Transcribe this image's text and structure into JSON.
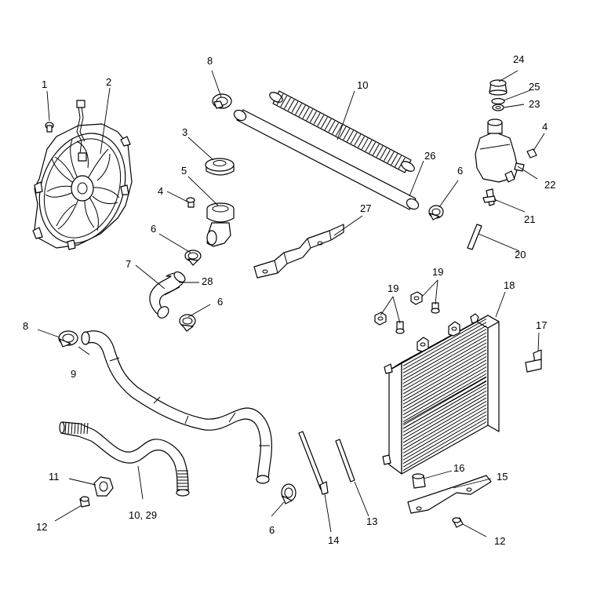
{
  "callouts": [
    {
      "id": "c1",
      "text": "1"
    },
    {
      "id": "c2",
      "text": "2"
    },
    {
      "id": "c3",
      "text": "3"
    },
    {
      "id": "c4a",
      "text": "4"
    },
    {
      "id": "c4b",
      "text": "4"
    },
    {
      "id": "c5",
      "text": "5"
    },
    {
      "id": "c6a",
      "text": "6"
    },
    {
      "id": "c6b",
      "text": "6"
    },
    {
      "id": "c6c",
      "text": "6"
    },
    {
      "id": "c6d",
      "text": "6"
    },
    {
      "id": "c7",
      "text": "7"
    },
    {
      "id": "c8a",
      "text": "8"
    },
    {
      "id": "c8b",
      "text": "8"
    },
    {
      "id": "c9",
      "text": "9"
    },
    {
      "id": "c10",
      "text": "10"
    },
    {
      "id": "c10_29",
      "text": "10, 29"
    },
    {
      "id": "c11",
      "text": "11"
    },
    {
      "id": "c12a",
      "text": "12"
    },
    {
      "id": "c12b",
      "text": "12"
    },
    {
      "id": "c13",
      "text": "13"
    },
    {
      "id": "c14",
      "text": "14"
    },
    {
      "id": "c15",
      "text": "15"
    },
    {
      "id": "c16",
      "text": "16"
    },
    {
      "id": "c17",
      "text": "17"
    },
    {
      "id": "c18",
      "text": "18"
    },
    {
      "id": "c19a",
      "text": "19"
    },
    {
      "id": "c19b",
      "text": "19"
    },
    {
      "id": "c20",
      "text": "20"
    },
    {
      "id": "c21",
      "text": "21"
    },
    {
      "id": "c22",
      "text": "22"
    },
    {
      "id": "c23",
      "text": "23"
    },
    {
      "id": "c24",
      "text": "24"
    },
    {
      "id": "c25",
      "text": "25"
    },
    {
      "id": "c26",
      "text": "26"
    },
    {
      "id": "c27",
      "text": "27"
    },
    {
      "id": "c28",
      "text": "28"
    }
  ]
}
